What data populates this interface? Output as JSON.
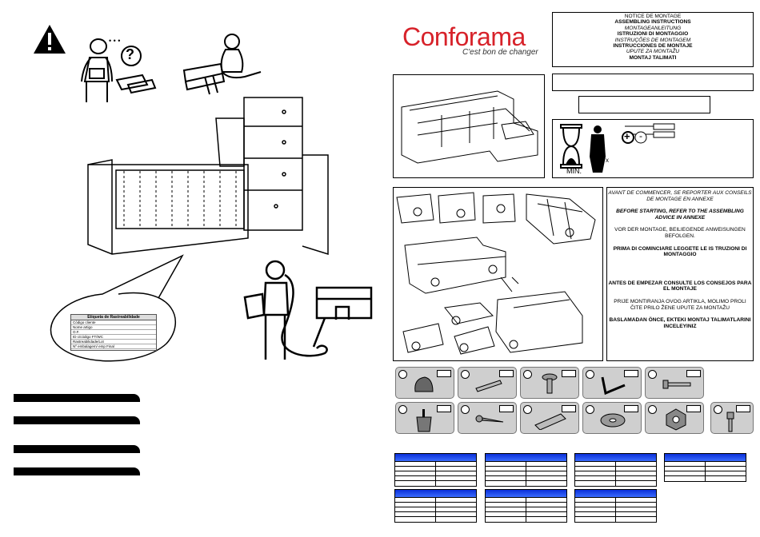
{
  "brand": {
    "name": "Conforama",
    "tagline": "C'est bon de changer",
    "color": "#d7222a"
  },
  "notice_lines": [
    {
      "text": "NOTICE DE MONTAGE",
      "style": "n"
    },
    {
      "text": "ASSEMBLING INSTRUCTIONS",
      "style": "b"
    },
    {
      "text": "MONTAGEANLEITUNG",
      "style": "i"
    },
    {
      "text": "ISTRUZIONI DI MONTAGGIO",
      "style": "b"
    },
    {
      "text": "INSTRUÇÕES DE MONTAGEM",
      "style": "i"
    },
    {
      "text": "INSTRUCCIONES DE MONTAJE",
      "style": "b"
    },
    {
      "text": "UPUTE ZA MONTAŽU",
      "style": "i"
    },
    {
      "text": "MONTAJ TALIMATI",
      "style": "b"
    }
  ],
  "advice": {
    "fr": "AVANT DE COMMENCER, SE REPORTER AUX CONSEILS DE MONTAGE  EN ANNEXE",
    "en": "BEFORE STARTING, REFER TO THE ASSEMBLING ADVICE IN ANNEXE",
    "de": "VOR DER MONTAGE, BEILIEGENDE ANWEISUNGEN BEFOLGEN.",
    "it": "PRIMA DI COMINCIARE LEGGETE LE IS TRUZIONI DI MONTAGGIO",
    "es": "ANTES DE EMPEZAR CONSULTE LOS CONSEJOS PARA EL MONTAJE",
    "hr": "PRIJE MONTIRANJA OVOG ARTIKLA, MOLIMO PROLI ČITE PRILO ŽENE UPUTE ZA MONTAŽU",
    "tr": "BASLAMADAN ÖNCE, EKTEKI MONTAJ TALIMATLARINI INCELEYINIZ"
  },
  "tools": {
    "min_label": "MIN.",
    "x_label": "x",
    "plus": "+",
    "minus": "-"
  },
  "tag_label": {
    "title": "Etiqueta de Rastreabilidade",
    "rows": [
      "Código cliente",
      "Nome artigo",
      "O.F.",
      "ID c/código FT/WC",
      "Rastreabilidade/Lot",
      "Nº embalagem/ emp Final"
    ]
  },
  "question_mark": "?"
}
